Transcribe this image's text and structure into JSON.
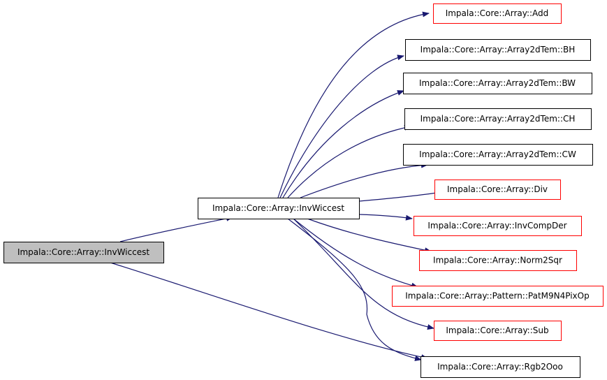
{
  "colors": {
    "edge": "#191970",
    "root_fill": "#bfbfbf",
    "node_border": "#000000",
    "external_border": "#ff0000",
    "background": "#ffffff"
  },
  "nodes": [
    {
      "id": "root",
      "label": "Impala::Core::Array::InvWiccest",
      "kind": "root"
    },
    {
      "id": "mid",
      "label": "Impala::Core::Array::InvWiccest",
      "kind": "normal"
    },
    {
      "id": "add",
      "label": "Impala::Core::Array::Add",
      "kind": "external"
    },
    {
      "id": "bh",
      "label": "Impala::Core::Array::Array2dTem::BH",
      "kind": "normal"
    },
    {
      "id": "bw",
      "label": "Impala::Core::Array::Array2dTem::BW",
      "kind": "normal"
    },
    {
      "id": "ch",
      "label": "Impala::Core::Array::Array2dTem::CH",
      "kind": "normal"
    },
    {
      "id": "cw",
      "label": "Impala::Core::Array::Array2dTem::CW",
      "kind": "normal"
    },
    {
      "id": "div",
      "label": "Impala::Core::Array::Div",
      "kind": "external"
    },
    {
      "id": "invcomp",
      "label": "Impala::Core::Array::InvCompDer",
      "kind": "external"
    },
    {
      "id": "norm",
      "label": "Impala::Core::Array::Norm2Sqr",
      "kind": "external"
    },
    {
      "id": "pat",
      "label": "Impala::Core::Array::Pattern::PatM9N4PixOp",
      "kind": "external"
    },
    {
      "id": "sub",
      "label": "Impala::Core::Array::Sub",
      "kind": "external"
    },
    {
      "id": "rgb",
      "label": "Impala::Core::Array::Rgb2Ooo",
      "kind": "normal"
    }
  ],
  "edges": [
    {
      "from": "root",
      "to": "mid"
    },
    {
      "from": "root",
      "to": "rgb"
    },
    {
      "from": "mid",
      "to": "add"
    },
    {
      "from": "mid",
      "to": "bh"
    },
    {
      "from": "mid",
      "to": "bw"
    },
    {
      "from": "mid",
      "to": "ch"
    },
    {
      "from": "mid",
      "to": "cw"
    },
    {
      "from": "mid",
      "to": "div"
    },
    {
      "from": "mid",
      "to": "invcomp"
    },
    {
      "from": "mid",
      "to": "norm"
    },
    {
      "from": "mid",
      "to": "pat"
    },
    {
      "from": "mid",
      "to": "sub"
    },
    {
      "from": "mid",
      "to": "rgb"
    }
  ]
}
